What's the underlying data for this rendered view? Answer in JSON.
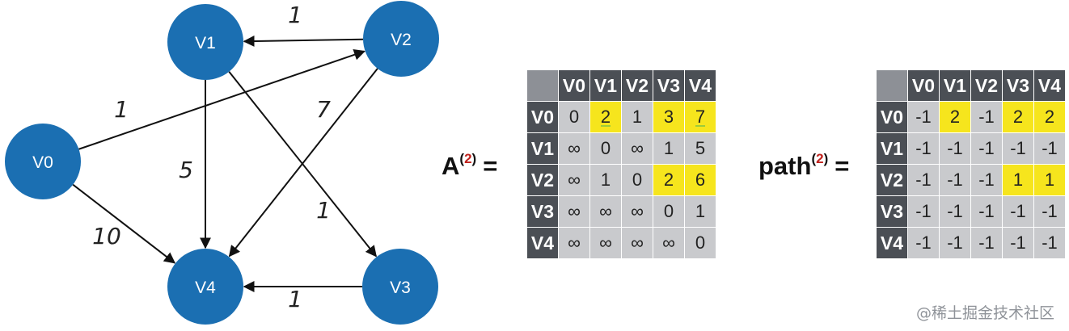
{
  "colors": {
    "node": "#1b6fb2",
    "header": "#4b4f55",
    "cell": "#c9cacd",
    "highlight": "#f6e51d",
    "superscript": "#c0221d"
  },
  "graph": {
    "nodes": [
      {
        "id": "V0",
        "label": "V0"
      },
      {
        "id": "V1",
        "label": "V1"
      },
      {
        "id": "V2",
        "label": "V2"
      },
      {
        "id": "V3",
        "label": "V3"
      },
      {
        "id": "V4",
        "label": "V4"
      }
    ],
    "edges": [
      {
        "from": "V2",
        "to": "V1",
        "weight": "1"
      },
      {
        "from": "V0",
        "to": "V2",
        "weight": "1"
      },
      {
        "from": "V1",
        "to": "V4",
        "weight": "5"
      },
      {
        "from": "V2",
        "to": "V4",
        "weight": "7"
      },
      {
        "from": "V1",
        "to": "V3",
        "weight": "1"
      },
      {
        "from": "V0",
        "to": "V4",
        "weight": "10"
      },
      {
        "from": "V3",
        "to": "V4",
        "weight": "1"
      }
    ]
  },
  "matrix_a": {
    "label": "A",
    "superscript_open": "(",
    "superscript_num": "2",
    "superscript_close": ")",
    "equals": "=",
    "headers": [
      "V0",
      "V1",
      "V2",
      "V3",
      "V4"
    ],
    "rows": [
      {
        "label": "V0",
        "cells": [
          "0",
          "2",
          "1",
          "3",
          "7"
        ]
      },
      {
        "label": "V1",
        "cells": [
          "∞",
          "0",
          "∞",
          "1",
          "5"
        ]
      },
      {
        "label": "V2",
        "cells": [
          "∞",
          "1",
          "0",
          "2",
          "6"
        ]
      },
      {
        "label": "V3",
        "cells": [
          "∞",
          "∞",
          "∞",
          "0",
          "1"
        ]
      },
      {
        "label": "V4",
        "cells": [
          "∞",
          "∞",
          "∞",
          "∞",
          "0"
        ]
      }
    ]
  },
  "matrix_path": {
    "label": "path",
    "superscript_open": "(",
    "superscript_num": "2",
    "superscript_close": ")",
    "equals": "=",
    "headers": [
      "V0",
      "V1",
      "V2",
      "V3",
      "V4"
    ],
    "rows": [
      {
        "label": "V0",
        "cells": [
          "-1",
          "2",
          "-1",
          "2",
          "2"
        ]
      },
      {
        "label": "V1",
        "cells": [
          "-1",
          "-1",
          "-1",
          "-1",
          "-1"
        ]
      },
      {
        "label": "V2",
        "cells": [
          "-1",
          "-1",
          "-1",
          "1",
          "1"
        ]
      },
      {
        "label": "V3",
        "cells": [
          "-1",
          "-1",
          "-1",
          "-1",
          "-1"
        ]
      },
      {
        "label": "V4",
        "cells": [
          "-1",
          "-1",
          "-1",
          "-1",
          "-1"
        ]
      }
    ]
  },
  "watermark": "@稀土掘金技术社区"
}
